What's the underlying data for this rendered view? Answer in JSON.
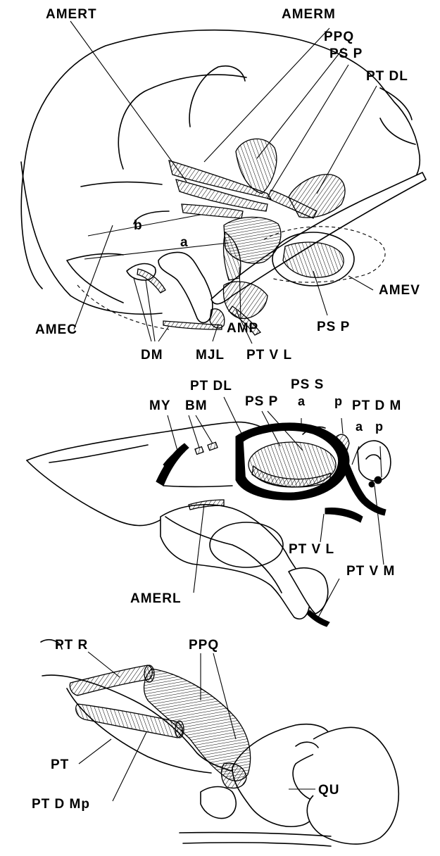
{
  "top_panel": {
    "labels": {
      "amert": "AMERT",
      "amerm": "AMERM",
      "ppq": "PPQ",
      "ps_p_top": "PS P",
      "pt_dl": "PT DL",
      "b": "b",
      "a": "a",
      "amec": "AMEC",
      "amev": "AMEV",
      "amp": "AMP",
      "ps_p_bottom": "PS P",
      "dm": "DM",
      "mjl": "MJL",
      "pt_v_l": "PT V L"
    }
  },
  "middle_panel": {
    "labels": {
      "pt_dl": "PT DL",
      "ps_s": "PS S",
      "my": "MY",
      "bm": "BM",
      "ps_p": "PS P",
      "a1": "a",
      "p1": "p",
      "pt_d_m": "PT D M",
      "a2": "a",
      "p2": "p",
      "pt_v_l": "PT V L",
      "pt_v_m": "PT V M",
      "amerl": "AMERL"
    }
  },
  "bottom_panel": {
    "labels": {
      "pt_r": "PT R",
      "ppq": "PPQ",
      "pt": "PT",
      "pt_d_mp": "PT D Mp",
      "qu": "QU"
    }
  }
}
